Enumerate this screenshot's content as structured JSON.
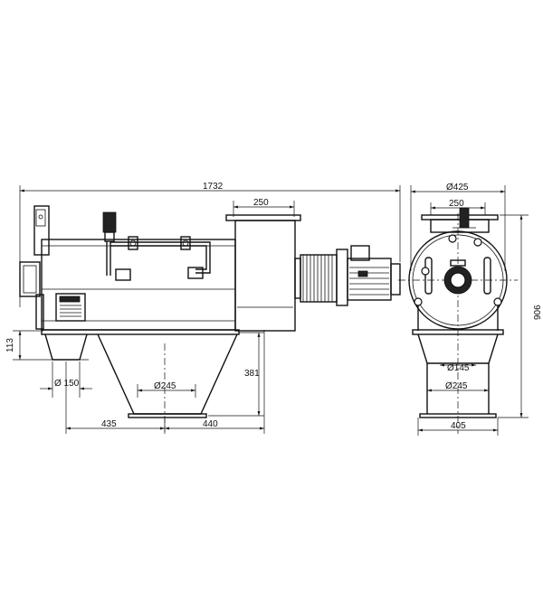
{
  "dimensions": {
    "overall_length": "1732",
    "top_flange": "250",
    "outlet_height": "113",
    "inlet_diameter": "Ø 150",
    "cone_outlet_diameter": "Ø245",
    "cone_height": "381",
    "left_offset": "435",
    "right_offset": "440",
    "end_diameter": "Ø425",
    "end_flange": "250",
    "overall_height": "906",
    "end_inner_diameter": "Ø145",
    "end_outlet_diameter": "Ø245",
    "end_base_width": "405"
  }
}
